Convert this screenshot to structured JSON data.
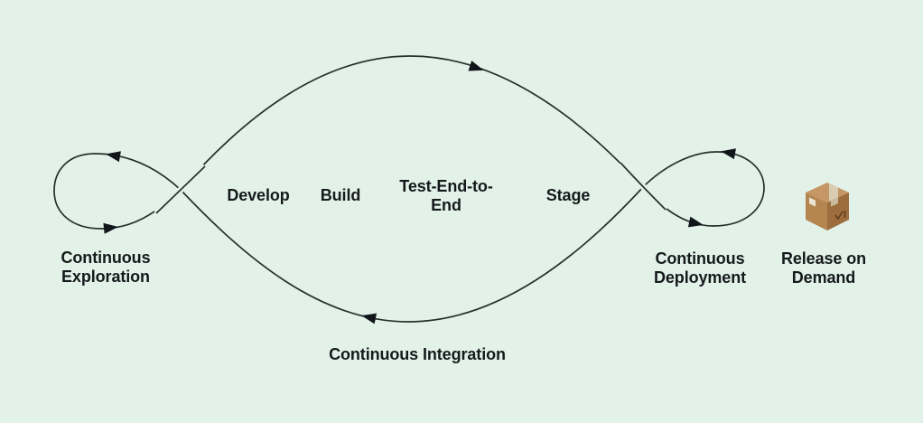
{
  "colors": {
    "background": "#e3f2e9",
    "curve": "#26302c",
    "arrow": "#11161a",
    "text": "#15191c",
    "box_top": "#c59764",
    "box_side_left": "#b5854f",
    "box_side_right": "#9d6d3e",
    "box_tape": "#d9ccb1",
    "box_label": "#e9e4d4"
  },
  "pipeline": {
    "stages": [
      {
        "label": "Develop"
      },
      {
        "label": "Build"
      },
      {
        "label": "Test-End-to-End"
      },
      {
        "label": "Stage"
      }
    ],
    "phases": {
      "exploration": {
        "label": "Continuous Exploration"
      },
      "integration": {
        "label": "Continuous Integration"
      },
      "deployment": {
        "label": "Continuous Deployment"
      },
      "release": {
        "label": "Release on Demand"
      }
    }
  },
  "icons": {
    "package": "package-box-icon"
  }
}
